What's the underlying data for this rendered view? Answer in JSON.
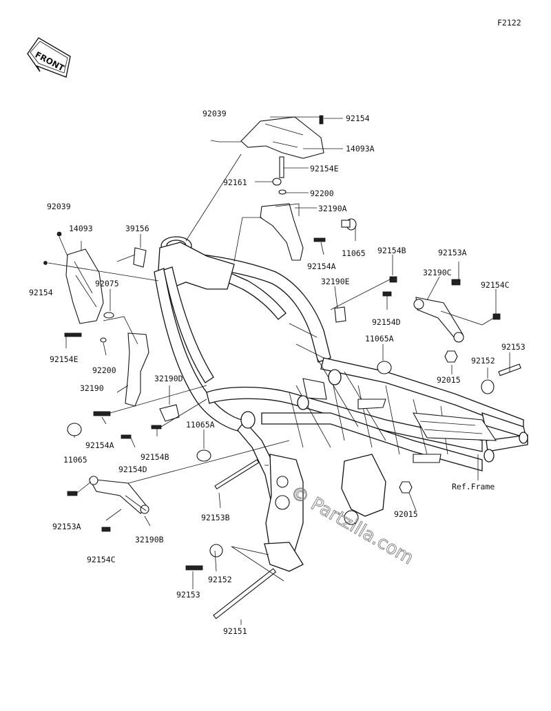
{
  "figure_id": "F2122",
  "front_label": "FRONT",
  "ref_label": "Ref.Frame",
  "watermark": "© Partzilla.com",
  "callouts": [
    "92039",
    "92154",
    "14093A",
    "92154E",
    "92161",
    "92200",
    "32190A",
    "11065",
    "92154A",
    "92039",
    "14093",
    "39156",
    "92154",
    "92075",
    "92154B",
    "92153A",
    "32190E",
    "32190C",
    "92154C",
    "92154D",
    "11065A",
    "92153",
    "92154E",
    "92200",
    "92152",
    "92015",
    "32190",
    "32190D",
    "92154A",
    "11065",
    "92154B",
    "92154D",
    "11065A",
    "92153A",
    "32190B",
    "92153B",
    "92015",
    "92154C",
    "92152",
    "92153",
    "92151"
  ]
}
